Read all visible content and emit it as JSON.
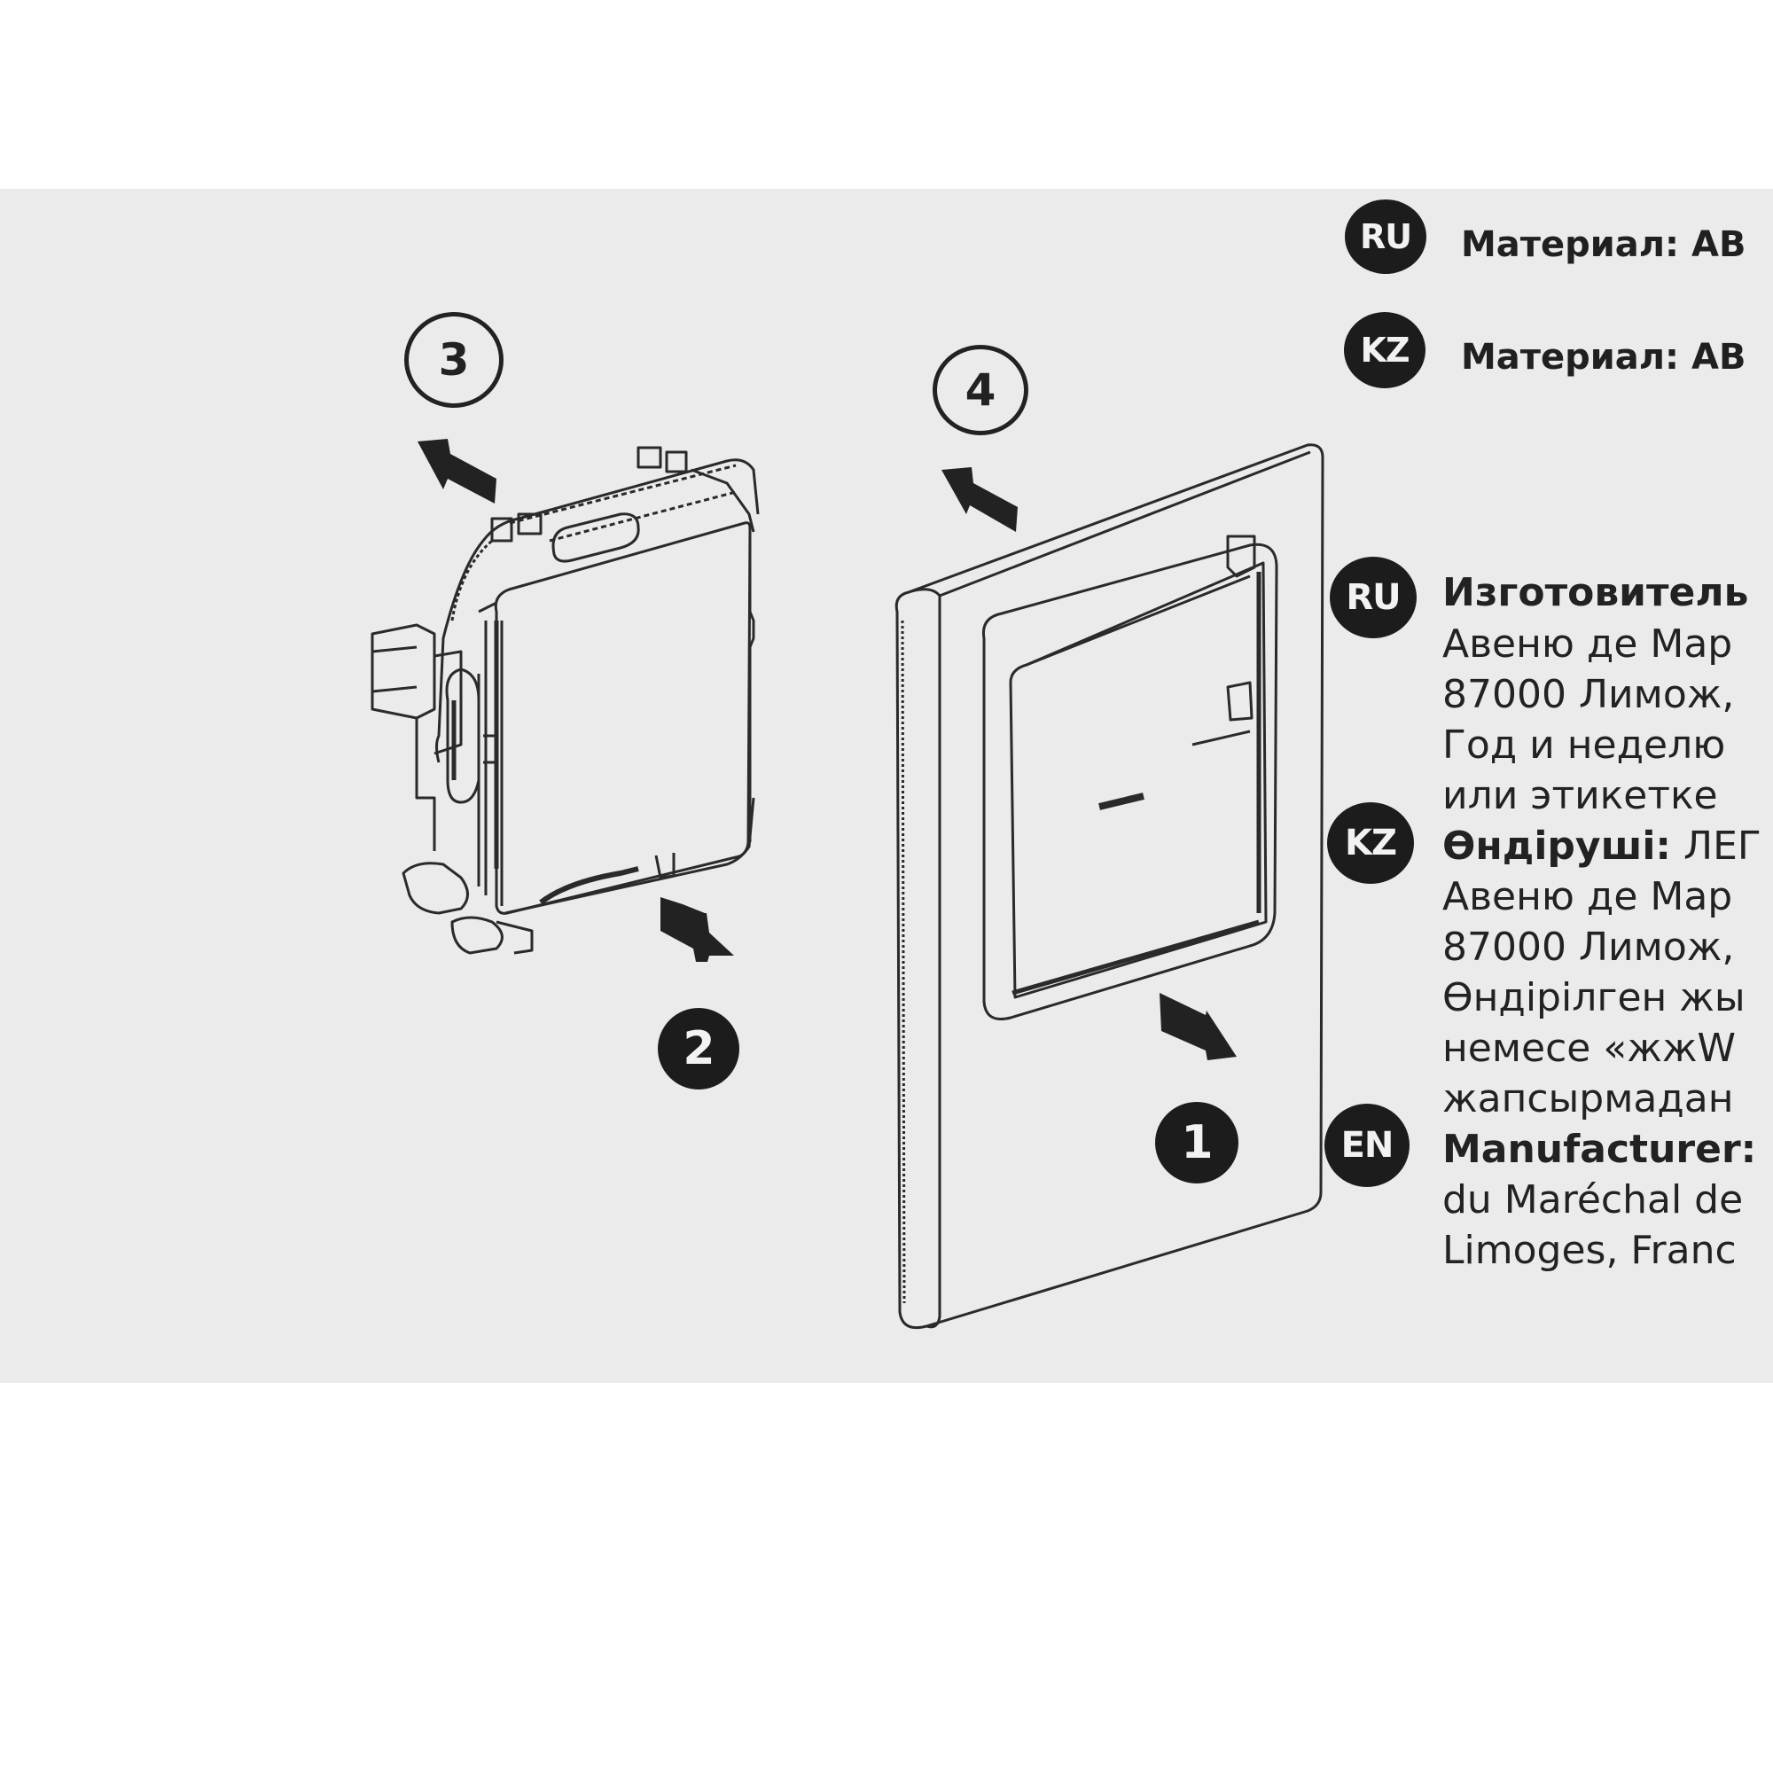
{
  "materials": [
    {
      "lang": "RU",
      "text": "Материал: АВ"
    },
    {
      "lang": "KZ",
      "text": "Материал: АВ"
    }
  ],
  "diagram": {
    "steps": [
      {
        "number": "1",
        "style": "filled",
        "arrow": "down-right",
        "target": "frame"
      },
      {
        "number": "2",
        "style": "filled",
        "arrow": "down-right",
        "target": "mechanism"
      },
      {
        "number": "3",
        "style": "outlined",
        "arrow": "up-left",
        "target": "mechanism"
      },
      {
        "number": "4",
        "style": "outlined",
        "arrow": "up-left",
        "target": "frame"
      }
    ]
  },
  "manufacturer": {
    "ru": {
      "badge": "RU",
      "title": "Изготовитель",
      "lines": [
        "Авеню де Мар",
        "87000 Лимож,",
        "Год и неделю",
        "или этикетке"
      ]
    },
    "kz": {
      "badge": "KZ",
      "title": "Өндіруші:",
      "title_rest": " ЛЕГ",
      "lines": [
        "Авеню де Мар",
        "87000 Лимож,",
        "Өндірілген жы",
        "немесе «жжW",
        "жапсырмадан"
      ]
    },
    "en": {
      "badge": "EN",
      "title": "Manufacturer:",
      "lines": [
        "du Maréchal de",
        "Limoges, Franc"
      ]
    }
  },
  "colors": {
    "paper": "#ebebeb",
    "ink": "#1c1c1c",
    "background": "#ffffff"
  }
}
